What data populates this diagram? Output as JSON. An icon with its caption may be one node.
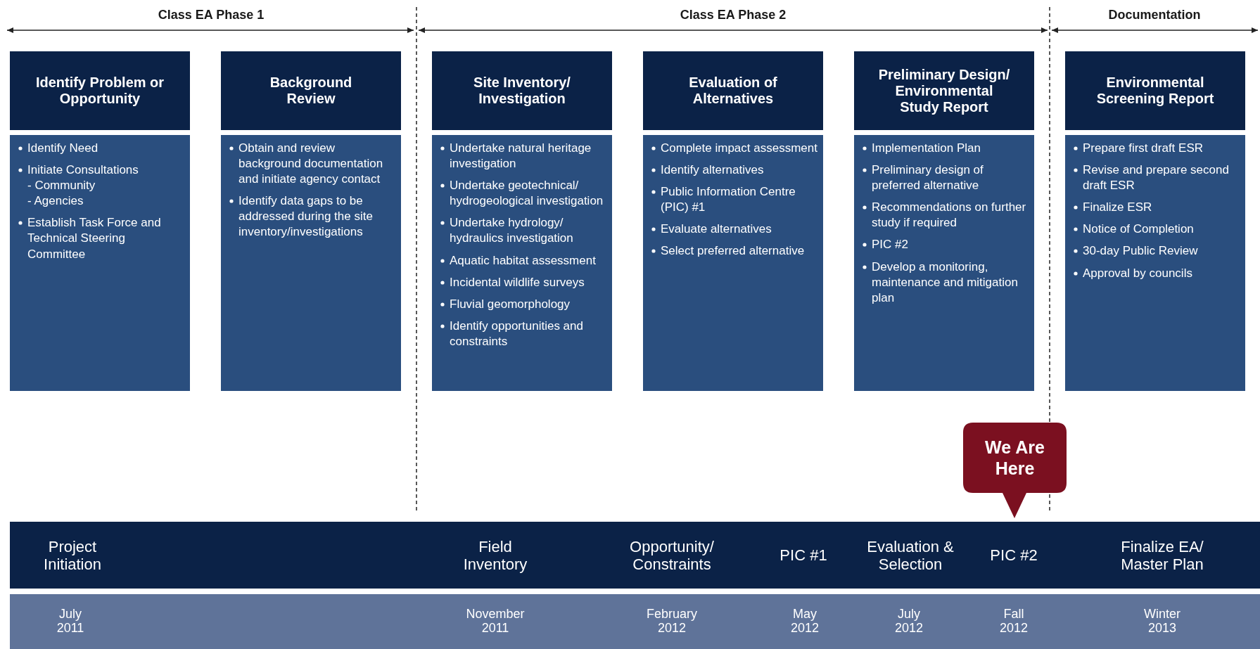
{
  "diagram": {
    "nodes": [
      {
        "text": [
          "Identify Problem or Opportunity"
        ]
      },
      {
        "text": [
          "Identify Need",
          "Initiate Consultations",
          "- Community",
          "- Agencies",
          "Establish Task Force and Technical Steering Committee"
        ]
      },
      {
        "text": [
          "Background Review"
        ]
      },
      {
        "text": [
          "Obtain and review background documentation and initiate agency contact",
          "Identify data gaps to be addressed during the site inventory/investigations"
        ]
      },
      {
        "text": [
          "Site Inventory/ Investigation"
        ]
      },
      {
        "text": [
          "Undertake natural heritage investigation",
          "Undertake geotechnical/ hydrogeological investigation",
          "Undertake hydrology/ hydraulics investigation",
          "Aquatic habitat assessment",
          "Incidental wildlife surveys",
          "Fluvial geomorphology",
          "Identify opportunities and constraints"
        ]
      },
      {
        "text": [
          "Evaluation of Alternatives"
        ]
      },
      {
        "text": [
          "Complete impact assessment",
          "Identify alternatives",
          "Public Information Centre (PIC) #1",
          "Evaluate alternatives",
          "Select preferred alternative"
        ]
      },
      {
        "text": [
          "Preliminary Design/ Environmental Study Report"
        ]
      },
      {
        "text": [
          "Implementation Plan",
          "Preliminary design of preferred alternative",
          "Recommendations on further study if required",
          "PIC #2",
          "Develop a monitoring, maintenance and mitigation plan"
        ]
      },
      {
        "text": [
          "Environmental Screening Report"
        ]
      },
      {
        "text": [
          "Prepare first draft ESR",
          "Revise and prepare second draft ESR",
          "Finalize ESR",
          "Notice of Completion",
          "30-day Public Review",
          "Approval by councils"
        ]
      },
      {
        "text": [
          "We Are Here"
        ]
      },
      {
        "text": [
          "Project Initiation",
          "Field Inventory",
          "Opportunity/ Constraints",
          "PIC #1",
          "Evaluation & Selection",
          "PIC #2",
          "Finalize EA/ Master Plan"
        ]
      },
      {
        "text": [
          "July 2011",
          "November 2011",
          "February 2012",
          "May 2012",
          "July 2012",
          "Fall 2012",
          "Winter 2013"
        ]
      }
    ],
    "labels": [
      "Class EA Phase 1",
      "Class EA Phase 2",
      "Documentation"
    ]
  }
}
